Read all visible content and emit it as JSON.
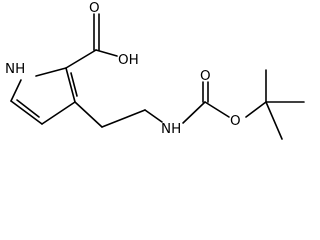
{
  "molecule": {
    "atoms": {
      "nh_pyrrole": "NH",
      "oh_acid": "OH",
      "o_acid_carbonyl": "O",
      "nh_carbamate": "NH",
      "o_carbamate_carbonyl": "O",
      "o_carbamate_ester": "O"
    }
  }
}
